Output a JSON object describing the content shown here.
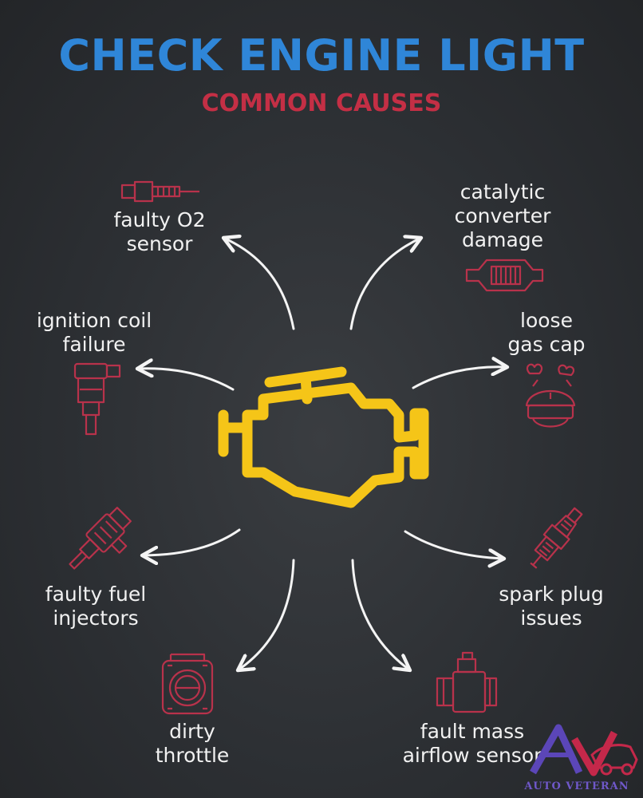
{
  "header": {
    "title": "CHECK ENGINE LIGHT",
    "subtitle": "COMMON CAUSES"
  },
  "colors": {
    "title_blue": "#2f86d8",
    "subtitle_red": "#c42f45",
    "icon_red": "#b8324b",
    "engine_yellow": "#f5c518",
    "arrow_white": "#f4f4f4"
  },
  "center_icon": "check-engine-icon",
  "causes": [
    {
      "label": "faulty O2\nsensor",
      "icon": "o2-sensor-icon"
    },
    {
      "label": "catalytic\nconverter\ndamage",
      "icon": "catalytic-converter-icon"
    },
    {
      "label": "ignition coil\nfailure",
      "icon": "ignition-coil-icon"
    },
    {
      "label": "loose\ngas cap",
      "icon": "gas-cap-icon"
    },
    {
      "label": "faulty fuel\ninjectors",
      "icon": "fuel-injector-icon"
    },
    {
      "label": "spark plug\nissues",
      "icon": "spark-plug-icon"
    },
    {
      "label": "dirty\nthrottle",
      "icon": "throttle-body-icon"
    },
    {
      "label": "fault mass\nairflow sensor",
      "icon": "maf-sensor-icon"
    }
  ],
  "watermark": {
    "monogram": "AV",
    "text": "AUTO VETERAN"
  }
}
